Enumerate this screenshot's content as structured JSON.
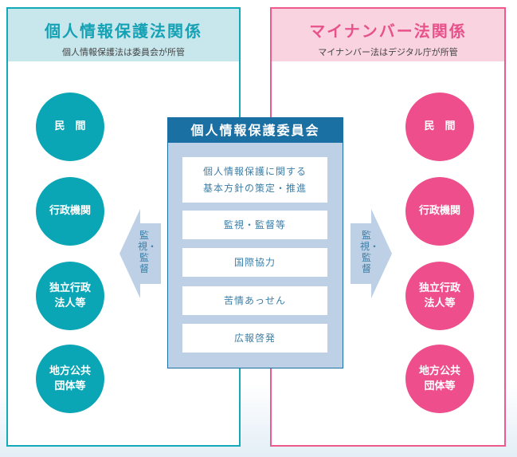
{
  "left_panel": {
    "title": "個人情報保護法関係",
    "subtitle": "個人情報保護法は委員会が所管",
    "items": [
      "民　間",
      "行政機関",
      "独立行政\n法人等",
      "地方公共\n団体等"
    ]
  },
  "right_panel": {
    "title": "マイナンバー法関係",
    "subtitle": "マイナンバー法はデジタル庁が所管",
    "items": [
      "民　間",
      "行政機関",
      "独立行政\n法人等",
      "地方公共\n団体等"
    ]
  },
  "committee": {
    "title": "個人情報保護委員会",
    "functions": [
      "個人情報保護に関する\n基本方針の策定・推進",
      "監視・監督等",
      "国際協力",
      "苦情あっせん",
      "広報啓発"
    ]
  },
  "arrows": {
    "left": "監視・監督",
    "right": "監視・監督"
  },
  "colors": {
    "teal": "#0aa6b5",
    "pink": "#ee4f8c",
    "navy": "#1a6fa3"
  }
}
